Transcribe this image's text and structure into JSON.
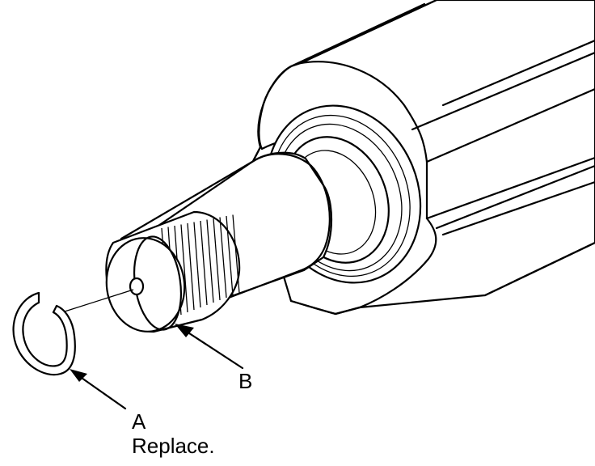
{
  "callouts": {
    "a": {
      "letter": "A",
      "note": "Replace."
    },
    "b": {
      "letter": "B"
    }
  },
  "colors": {
    "line": "#000000",
    "background": "#ffffff"
  }
}
